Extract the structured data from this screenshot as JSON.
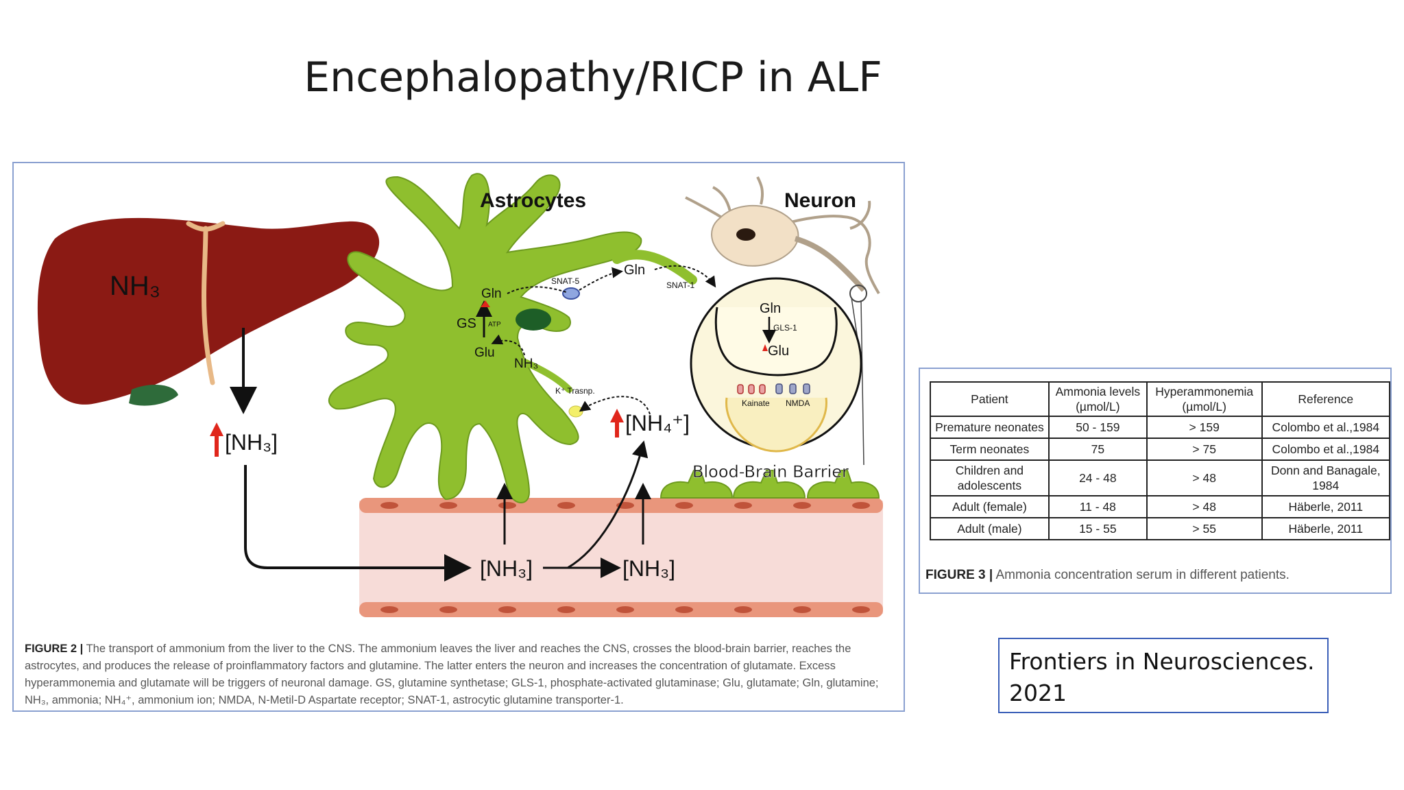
{
  "slide": {
    "title": "Encephalopathy/RICP in ALF"
  },
  "figure2": {
    "labels": {
      "liver_nh3": "NH₃",
      "astrocytes": "Astrocytes",
      "neuron": "Neuron",
      "blood_ammonia": "[NH₃]",
      "astro_nh4": "[NH₄⁺]",
      "vessel_nh3_left": "[NH₃]",
      "vessel_nh3_right": "[NH₃]",
      "bbb": "Blood-Brain Barrier",
      "gln_up": "Gln",
      "gln_mid": "Gln",
      "gs": "GS",
      "atp": "ATP",
      "glu": "Glu",
      "nh3_small": "NH₃",
      "snat5": "SNAT-5",
      "snat1": "SNAT-1",
      "ktransp": "K⁺ Trasnp.",
      "syn_gln": "Gln",
      "gls1": "GLS-1",
      "syn_glu": "Glu",
      "kainate": "Kainate",
      "nmda": "NMDA"
    },
    "caption_label": "FIGURE 2 |",
    "caption_text": "The transport of ammonium from the liver to the CNS. The ammonium leaves the liver and reaches the CNS, crosses the blood-brain barrier, reaches the astrocytes, and produces the release of proinflammatory factors and glutamine. The latter enters the neuron and increases the concentration of glutamate. Excess hyperammonemia and glutamate will be triggers of neuronal damage. GS, glutamine synthetase; GLS-1, phosphate-activated glutaminase; Glu, glutamate; Gln, glutamine; NH₃, ammonia; NH₄⁺, ammonium ion; NMDA, N-Metil-D Aspartate receptor; SNAT-1, astrocytic glutamine transporter-1."
  },
  "figure3": {
    "headers": [
      "Patient",
      "Ammonia levels (µmol/L)",
      "Hyperammonemia (µmol/L)",
      "Reference"
    ],
    "rows": [
      [
        "Premature neonates",
        "50 - 159",
        "> 159",
        "Colombo et al.,1984"
      ],
      [
        "Term neonates",
        "75",
        "> 75",
        "Colombo et al.,1984"
      ],
      [
        "Children and adolescents",
        "24 - 48",
        "> 48",
        "Donn and Banagale, 1984"
      ],
      [
        "Adult (female)",
        "11 - 48",
        "> 48",
        "Häberle, 2011"
      ],
      [
        "Adult (male)",
        "15 - 55",
        "> 55",
        "Häberle, 2011"
      ]
    ],
    "caption_label": "FIGURE 3 |",
    "caption_text": "Ammonia concentration serum in different patients."
  },
  "source": {
    "line1": "Frontiers in Neurosciences.",
    "line2": "2021"
  },
  "colors": {
    "liver": "#8b1a14",
    "astrocyte": "#8fbf2e",
    "vessel": "#f7dcd8",
    "accent_red": "#e0261b",
    "border": "#8aa0d0"
  }
}
